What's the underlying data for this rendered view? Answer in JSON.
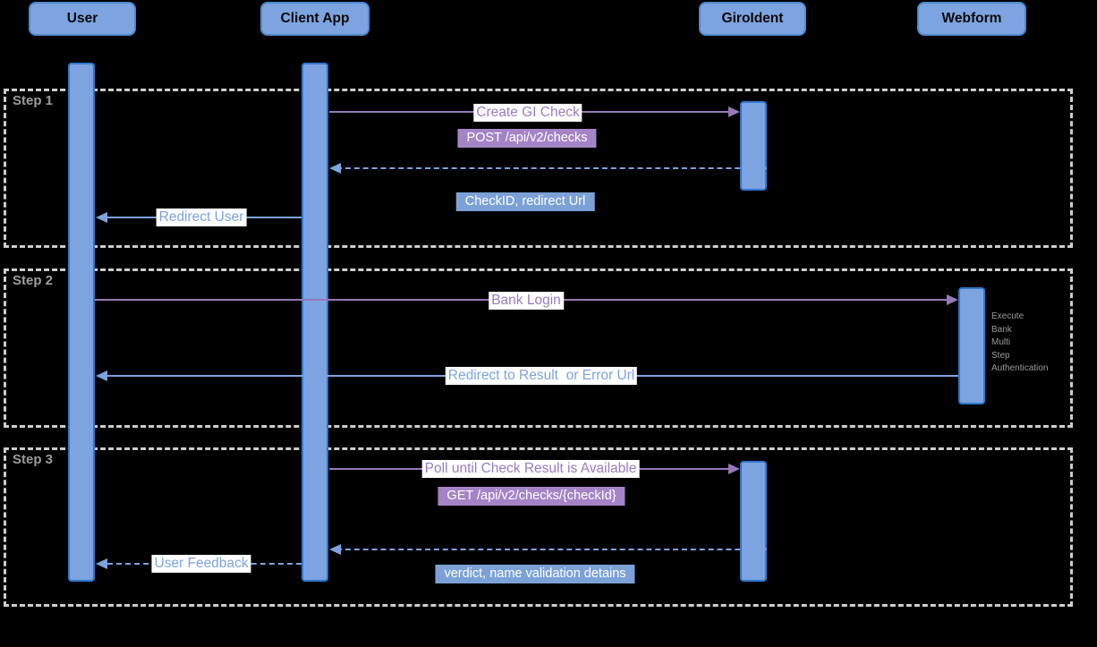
{
  "actors": {
    "user": "User",
    "client_app": "Client App",
    "giroident": "GiroIdent",
    "webform": "Webform"
  },
  "steps": {
    "step1_label": "Step 1",
    "step2_label": "Step 2",
    "step3_label": "Step 3"
  },
  "step1": {
    "create_check_label": "Create GI Check",
    "create_check_api": "POST /api/v2/checks",
    "return_payload": "CheckID, redirect Url",
    "redirect_user_label": "Redirect User"
  },
  "step2": {
    "bank_login_label": "Bank Login",
    "webform_note": [
      "Execute",
      "Bank",
      "Multi",
      "Step",
      "Authentication"
    ],
    "redirect_result_label": "Redirect to Result  or Error Url"
  },
  "step3": {
    "poll_label": "Poll until Check Result is Available",
    "poll_api": "GET /api/v2/checks/{checkId}",
    "return_payload": "verdict, name validation detains",
    "user_feedback_label": "User Feedback"
  },
  "colors": {
    "background": "#000000",
    "actor_fill": "#7da4e0",
    "actor_border": "#4f89ce",
    "activation_fill": "#7da4e0",
    "activation_border": "#2e77cd",
    "frame_dash": "#cdcdcd",
    "step_label": "#9c9c9c",
    "purple_line": "#9678b6",
    "purple_badge": "#a484c6",
    "blue_line": "#7da3de",
    "blue_badge": "#7ca1d6",
    "note_text": "#9b9b9b"
  }
}
